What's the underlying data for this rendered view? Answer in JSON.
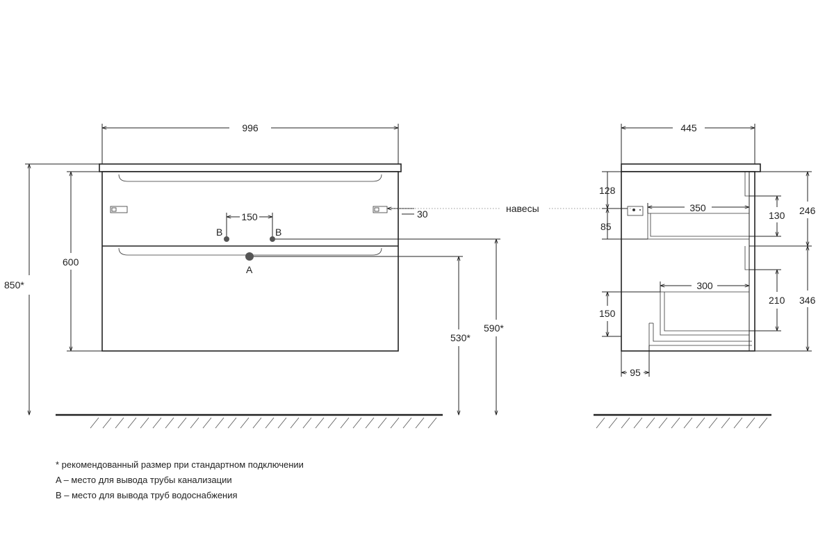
{
  "front_view": {
    "width_label": "996",
    "total_height_label": "850*",
    "body_height_label": "600",
    "pipe_spacing_label": "150",
    "hanger_offset_label": "30",
    "drain_height_label": "530*",
    "water_height_label": "590*",
    "drain_marker": "A",
    "water_marker_left": "B",
    "water_marker_right": "B"
  },
  "side_view": {
    "depth_label": "445",
    "hangers_label": "навесы",
    "top_gap_label": "128",
    "hanger_below_label": "85",
    "upper_drawer_depth_label": "350",
    "upper_drawer_inner_label": "130",
    "upper_section_label": "246",
    "lower_drawer_depth_label": "300",
    "lower_drawer_inner_label": "210",
    "lower_section_label": "346",
    "lower_offset_label": "150",
    "bottom_offset_label": "95"
  },
  "notes": [
    "* рекомендованный размер при стандартном подключении",
    "A – место для вывода трубы канализации",
    "B – место для вывода труб водоснабжения"
  ],
  "colors": {
    "line": "#222222",
    "pipe_marker": "#555555",
    "background": "#ffffff"
  }
}
